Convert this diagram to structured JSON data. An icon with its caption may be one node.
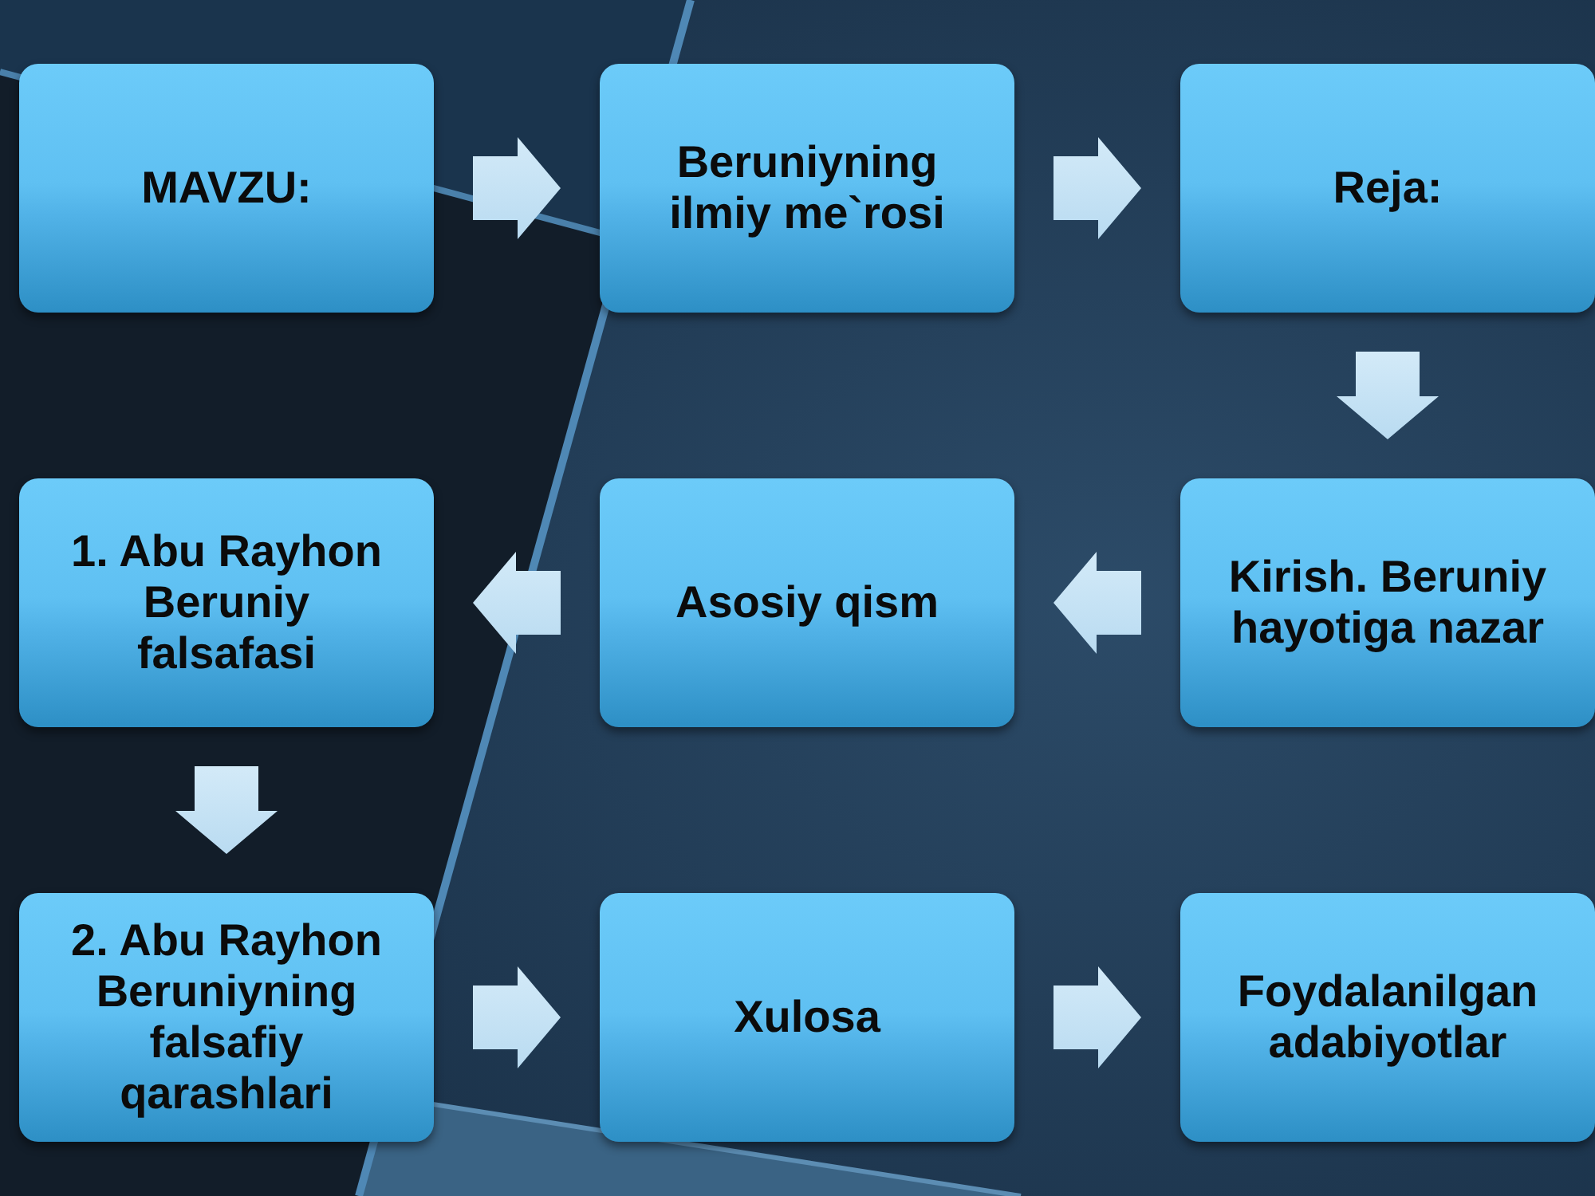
{
  "diagram": {
    "nodes": [
      {
        "text": [
          "MAVZU:"
        ]
      },
      {
        "text": [
          "Beruniyning ilmiy me`rosi"
        ]
      },
      {
        "text": [
          "Reja:"
        ]
      },
      {
        "text": [
          "1. Abu Rayhon Beruniy falsafasi"
        ]
      },
      {
        "text": [
          "Asosiy qism"
        ]
      },
      {
        "text": [
          "Kirish. Beruniy hayotiga nazar"
        ]
      },
      {
        "text": [
          "2. Abu Rayhon Beruniyning falsafiy qarashlari"
        ]
      },
      {
        "text": [
          "Xulosa"
        ]
      },
      {
        "text": [
          "Foydalanilgan adabiyotlar"
        ]
      }
    ],
    "edges": [
      {
        "from": 0,
        "to": 1,
        "arrow": "to"
      },
      {
        "from": 1,
        "to": 2,
        "arrow": "to"
      },
      {
        "from": 2,
        "to": 5,
        "arrow": "to"
      },
      {
        "from": 5,
        "to": 4,
        "arrow": "to"
      },
      {
        "from": 4,
        "to": 3,
        "arrow": "to"
      },
      {
        "from": 3,
        "to": 6,
        "arrow": "to"
      },
      {
        "from": 6,
        "to": 7,
        "arrow": "to"
      },
      {
        "from": 7,
        "to": 8,
        "arrow": "to"
      }
    ]
  }
}
